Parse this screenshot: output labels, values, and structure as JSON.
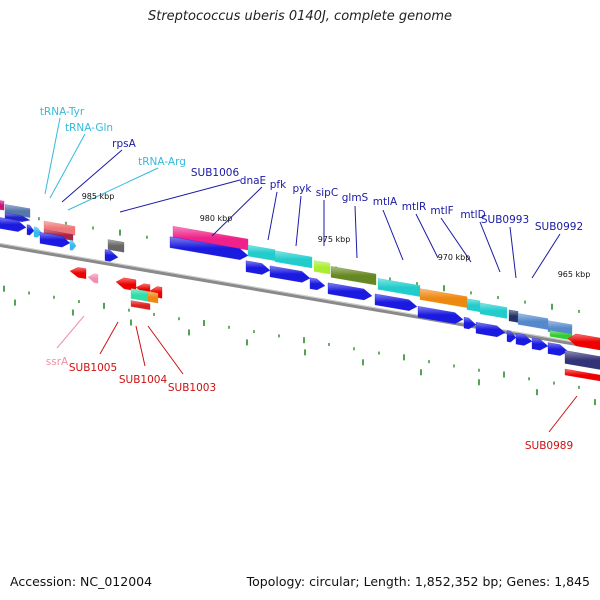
{
  "title": "Streptococcus uberis 0140J, complete genome",
  "footer": {
    "accession": "Accession: NC_012004",
    "summary": "Topology: circular; Length: 1,852,352 bp; Genes: 1,845"
  },
  "colors": {
    "backbone": "#8a8a8a",
    "tick": "#2a8a2a",
    "label_blue": "#1a1aa6",
    "label_cyan": "#33bbdd",
    "label_red": "#cc1111",
    "label_pink": "#f090a8"
  },
  "scale_labels": [
    "985 kbp",
    "980 kbp",
    "975 kbp",
    "970 kbp",
    "965 kbp"
  ],
  "gene_labels": [
    {
      "text": "tRNA-Tyr",
      "color": "cyan"
    },
    {
      "text": "tRNA-Gln",
      "color": "cyan"
    },
    {
      "text": "rpsA",
      "color": "blue"
    },
    {
      "text": "tRNA-Arg",
      "color": "cyan"
    },
    {
      "text": "SUB1006",
      "color": "blue"
    },
    {
      "text": "dnaE",
      "color": "blue"
    },
    {
      "text": "pfk",
      "color": "blue"
    },
    {
      "text": "pyk",
      "color": "blue"
    },
    {
      "text": "sipC",
      "color": "blue"
    },
    {
      "text": "glmS",
      "color": "blue"
    },
    {
      "text": "mtlA",
      "color": "blue"
    },
    {
      "text": "mtlR",
      "color": "blue"
    },
    {
      "text": "mtlF",
      "color": "blue"
    },
    {
      "text": "mtlD",
      "color": "blue"
    },
    {
      "text": "SUB0993",
      "color": "blue"
    },
    {
      "text": "SUB0992",
      "color": "blue"
    },
    {
      "text": "ssrA",
      "color": "pink"
    },
    {
      "text": "SUB1005",
      "color": "red"
    },
    {
      "text": "SUB1004",
      "color": "red"
    },
    {
      "text": "SUB1003",
      "color": "red"
    },
    {
      "text": "SUB0989",
      "color": "red"
    }
  ]
}
